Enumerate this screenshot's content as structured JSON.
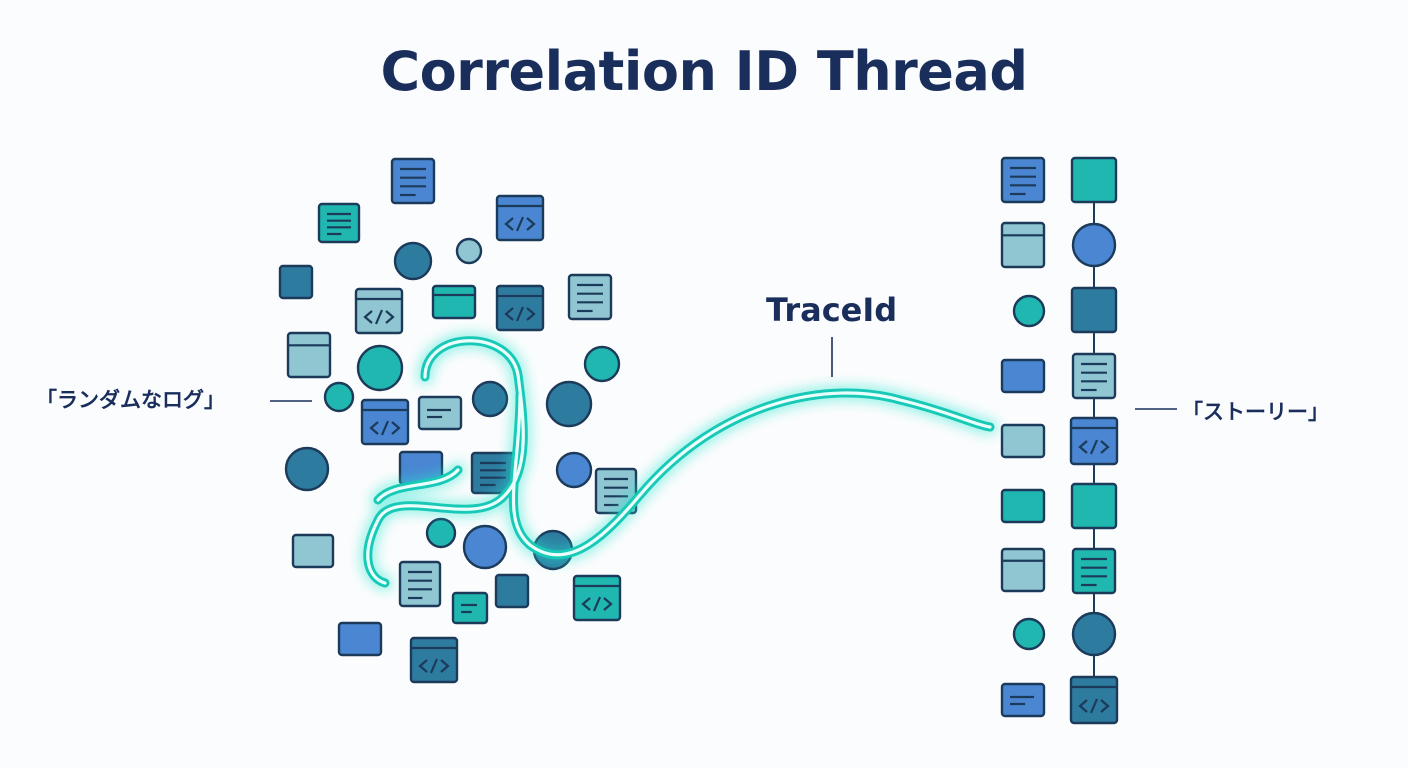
{
  "title": "Correlation ID Thread",
  "labels": {
    "random_logs": "「ランダムなログ」",
    "story": "「ストーリー」",
    "trace_id": "TraceId"
  },
  "colors": {
    "title": "#1a2e5c",
    "outline": "#1c3a5a",
    "blue": "#4a86d2",
    "teal": "#20b7b1",
    "steel": "#2e7ba0",
    "light": "#8fc6d2",
    "glow": "#22e6cf"
  },
  "icons": {
    "document": "document-icon",
    "code": "code-window-icon",
    "window": "window-icon",
    "node": "node-icon",
    "message": "message-icon"
  }
}
